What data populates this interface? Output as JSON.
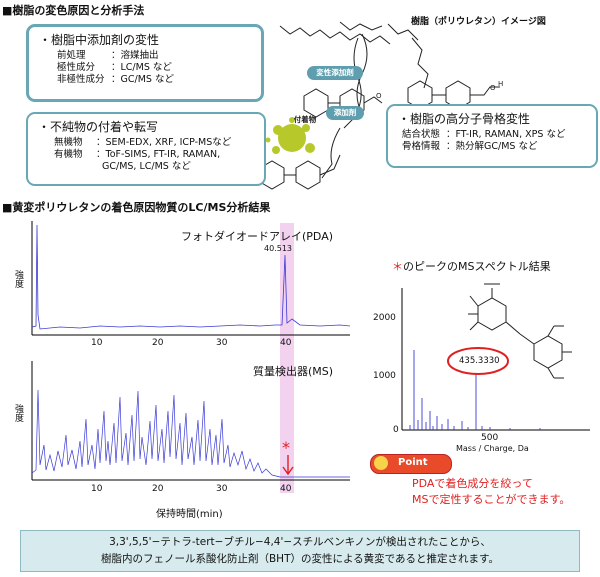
{
  "section1_title": "■樹脂の変色原因と分析手法",
  "image_caption": "樹脂（ポリウレタン）イメージ図",
  "box_additive": {
    "heading": "・樹脂中添加剤の変性",
    "rows": [
      {
        "k": "前処理",
        "v": "：溶媒抽出"
      },
      {
        "k": "極性成分",
        "v": "：LC/MS など"
      },
      {
        "k": "非極性成分",
        "v": "：GC/MS など"
      }
    ]
  },
  "box_impurity": {
    "heading": "・不純物の付着や転写",
    "rows": [
      {
        "k": "無機物",
        "v": "：SEM-EDX, XRF, ICP-MSなど"
      },
      {
        "k": "有機物",
        "v": "：ToF-SIMS, FT-IR, RAMAN,"
      },
      {
        "k": "",
        "v": "GC/MS, LC/MS など"
      }
    ]
  },
  "box_polymer": {
    "heading": "・樹脂の高分子骨格変性",
    "rows": [
      {
        "k": "結合状態",
        "v": "：FT-IR, RAMAN, XPS など"
      },
      {
        "k": "骨格情報",
        "v": "：熱分解GC/MS など"
      }
    ]
  },
  "tags": {
    "modified_additive": "変性添加剤",
    "additive": "添加剤",
    "deposit": "付着物"
  },
  "section2_title": "■黄変ポリウレタンの着色原因物質のLC/MS分析結果",
  "pda_label": "フォトダイオードアレイ(PDA)",
  "ms_label": "質量検出器(MS)",
  "peak_label": "40.513",
  "y_label": "強度",
  "x_label": "保持時間(min)",
  "x_ticks": [
    "10",
    "20",
    "30",
    "40"
  ],
  "asterisk": "*",
  "ms_title_star": "＊",
  "ms_title": "のピークのMSスペクトル結果",
  "ms_y_ticks": [
    "2000",
    "1000",
    "0"
  ],
  "ms_x_tick": "500",
  "ms_x_label": "Mass / Charge, Da",
  "ms_peak_value": "435.3330",
  "point_label": "Point",
  "point_text_1": "PDAで着色成分を絞って",
  "point_text_2": "MSで定性することができます。",
  "summary_1": "3,3',5,5'−テトラ-tert−ブチル−4,4'−スチルベンキノンが検出されたことから、",
  "summary_2": "樹脂内のフェノール系酸化防止剤（BHT）の変性による黄変であると推定されます。",
  "colors": {
    "box_border": "#6aa7b4",
    "trace": "#3a3ad6",
    "highlight": "#f0c8ec",
    "accent": "#e02020",
    "summary_bg": "#d7ebee"
  }
}
